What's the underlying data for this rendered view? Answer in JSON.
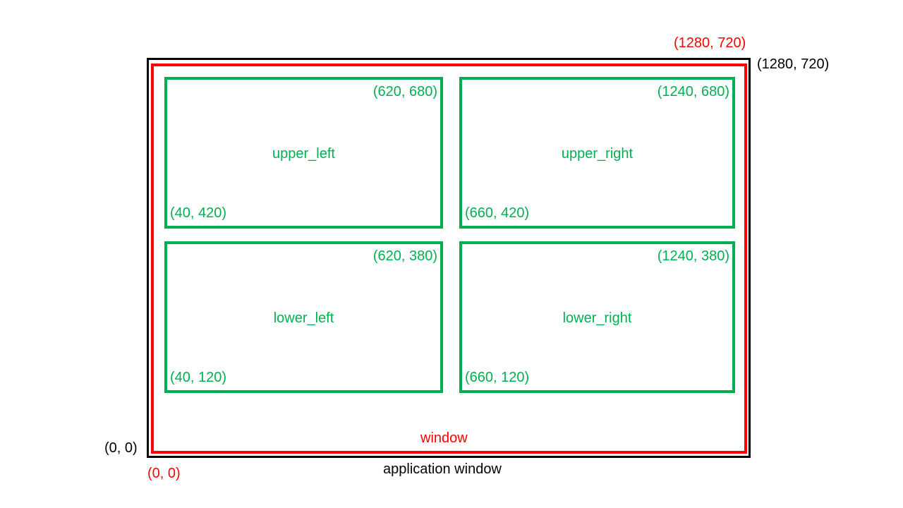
{
  "application_window": {
    "label": "application window",
    "corner_top_right": "(1280, 720)",
    "corner_bottom_left": "(0, 0)",
    "border_color": "#000000"
  },
  "window": {
    "label": "window",
    "corner_top_right": "(1280, 720)",
    "corner_bottom_left": "(0, 0)",
    "border_color": "#ff0000"
  },
  "regions": {
    "upper_left": {
      "label": "upper_left",
      "corner_top_right": "(620, 680)",
      "corner_bottom_left": "(40, 420)"
    },
    "upper_right": {
      "label": "upper_right",
      "corner_top_right": "(1240, 680)",
      "corner_bottom_left": "(660, 420)"
    },
    "lower_left": {
      "label": "lower_left",
      "corner_top_right": "(620, 380)",
      "corner_bottom_left": "(40, 120)"
    },
    "lower_right": {
      "label": "lower_right",
      "corner_top_right": "(1240, 380)",
      "corner_bottom_left": "(660, 120)"
    }
  },
  "colors": {
    "region_border": "#00b050",
    "window_border": "#ff0000",
    "app_window_border": "#000000"
  }
}
